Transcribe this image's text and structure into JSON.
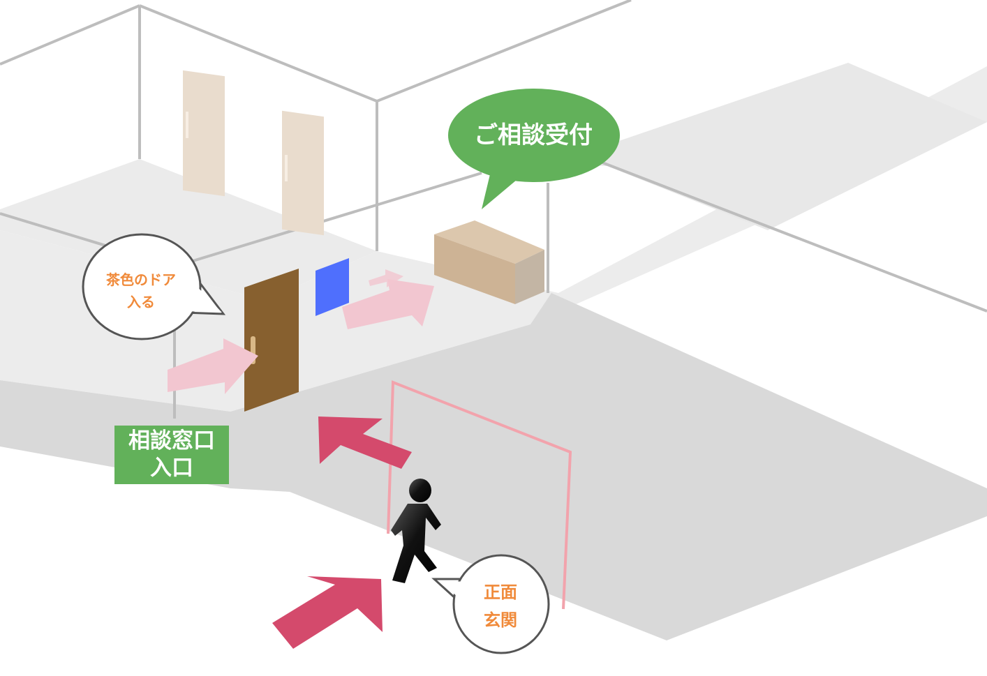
{
  "labels": {
    "reception": "ご相談受付",
    "brown_door_line1": "茶色のドア",
    "brown_door_line2": "入る",
    "counter_entry_line1": "相談窓口",
    "counter_entry_line2": "入口",
    "front_entrance_line1": "正面",
    "front_entrance_line2": "玄関"
  },
  "colors": {
    "green_label": "#62b15a",
    "orange_text": "#f08a3a",
    "arrow_active": "#d44a6c",
    "arrow_faded": "#f2c6d0",
    "brown_door": "#87602f",
    "blue_panel": "#4f6ffd",
    "counter": "#cdb395",
    "wall_line": "#bdbdbd",
    "floor_light": "#ebebeb",
    "floor_dark": "#d9d9d9",
    "gate_outline": "#f2a3ac"
  },
  "icons": {
    "person": "walking-person-icon",
    "arrows": "direction-arrow-icon",
    "door": "door-icon"
  }
}
